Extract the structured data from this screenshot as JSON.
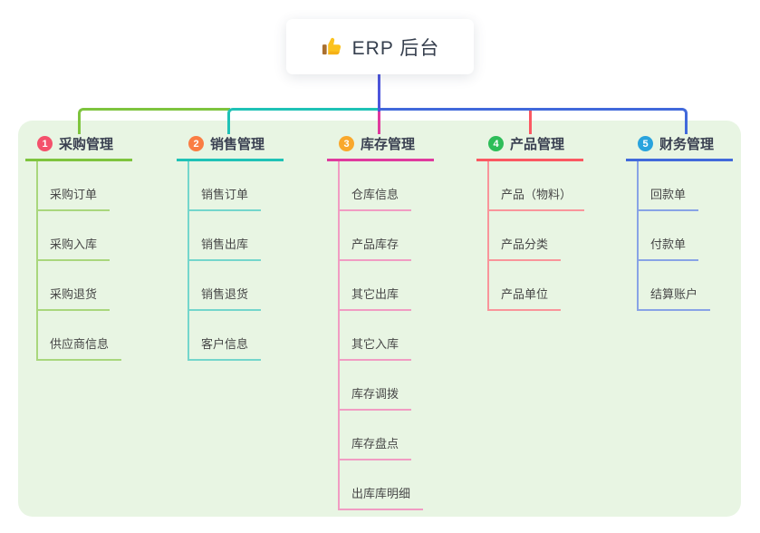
{
  "root": {
    "title": "ERP 后台",
    "icon": "thumbs-up-icon"
  },
  "branches": [
    {
      "label": "采购管理",
      "badge": "1",
      "badge_color": "#f4516c",
      "line_color": "#7ec43e",
      "child_line_color": "#a9d77d",
      "children": [
        "采购订单",
        "采购入库",
        "采购退货",
        "供应商信息"
      ]
    },
    {
      "label": "销售管理",
      "badge": "2",
      "badge_color": "#fa7d43",
      "line_color": "#1fc2b6",
      "child_line_color": "#74d6cc",
      "children": [
        "销售订单",
        "销售出库",
        "销售退货",
        "客户信息"
      ]
    },
    {
      "label": "库存管理",
      "badge": "3",
      "badge_color": "#f9a82c",
      "line_color": "#e03a9e",
      "child_line_color": "#f19cc3",
      "children": [
        "仓库信息",
        "产品库存",
        "其它出库",
        "其它入库",
        "库存调拨",
        "库存盘点",
        "出库库明细"
      ]
    },
    {
      "label": "产品管理",
      "badge": "4",
      "badge_color": "#2ebd59",
      "line_color": "#fb5862",
      "child_line_color": "#f9959b",
      "children": [
        "产品（物料）",
        "产品分类",
        "产品单位"
      ]
    },
    {
      "label": "财务管理",
      "badge": "5",
      "badge_color": "#29a3dd",
      "line_color": "#4169db",
      "child_line_color": "#88a3e6",
      "children": [
        "回款单",
        "付款单",
        "结算账户"
      ]
    }
  ],
  "colors": {
    "panel_bg": "#e8f5e3",
    "root_connector": "#4d55dc",
    "card_bg": "#ffffff",
    "header_text": "#3a4051",
    "child_text": "#474747"
  }
}
